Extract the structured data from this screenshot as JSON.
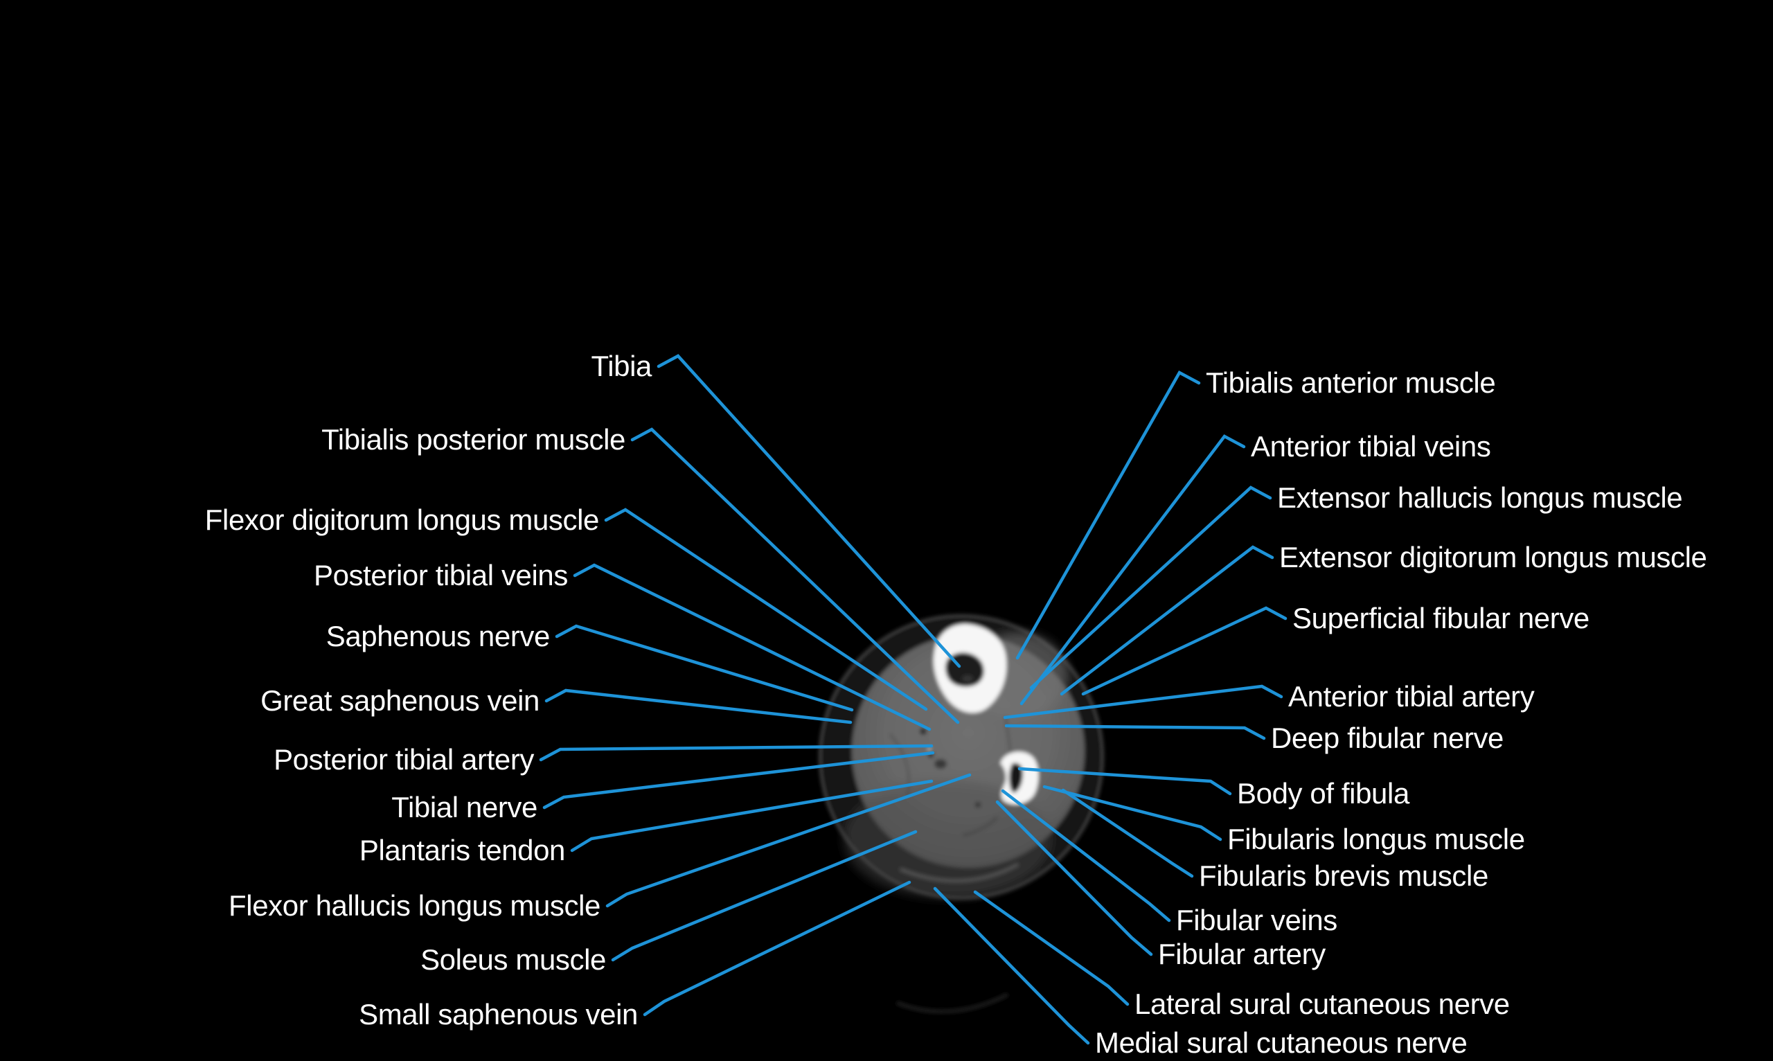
{
  "figure": {
    "type": "labeled axial CT cross-section of the lower leg",
    "background_color": "#000000",
    "label_color": "#ffffff",
    "leader_line_color": "#1e93d8",
    "bone_color": "#f5f5f5"
  },
  "labels": {
    "left": [
      {
        "text": "Tibia"
      },
      {
        "text": "Tibialis posterior muscle"
      },
      {
        "text": "Flexor digitorum longus muscle"
      },
      {
        "text": "Posterior tibial veins"
      },
      {
        "text": "Saphenous nerve"
      },
      {
        "text": "Great saphenous vein"
      },
      {
        "text": "Posterior tibial artery"
      },
      {
        "text": "Tibial nerve"
      },
      {
        "text": "Plantaris tendon"
      },
      {
        "text": "Flexor hallucis longus muscle"
      },
      {
        "text": "Soleus muscle"
      },
      {
        "text": "Small saphenous vein"
      }
    ],
    "right": [
      {
        "text": "Tibialis anterior muscle"
      },
      {
        "text": "Anterior tibial veins"
      },
      {
        "text": "Extensor hallucis longus muscle"
      },
      {
        "text": "Extensor digitorum longus muscle"
      },
      {
        "text": "Superficial fibular nerve"
      },
      {
        "text": "Anterior tibial artery"
      },
      {
        "text": "Deep fibular nerve"
      },
      {
        "text": "Body of fibula"
      },
      {
        "text": "Fibularis longus muscle"
      },
      {
        "text": "Fibularis brevis muscle"
      },
      {
        "text": "Fibular veins"
      },
      {
        "text": "Fibular artery"
      },
      {
        "text": "Lateral sural cutaneous nerve"
      },
      {
        "text": "Medial sural cutaneous nerve"
      }
    ]
  }
}
